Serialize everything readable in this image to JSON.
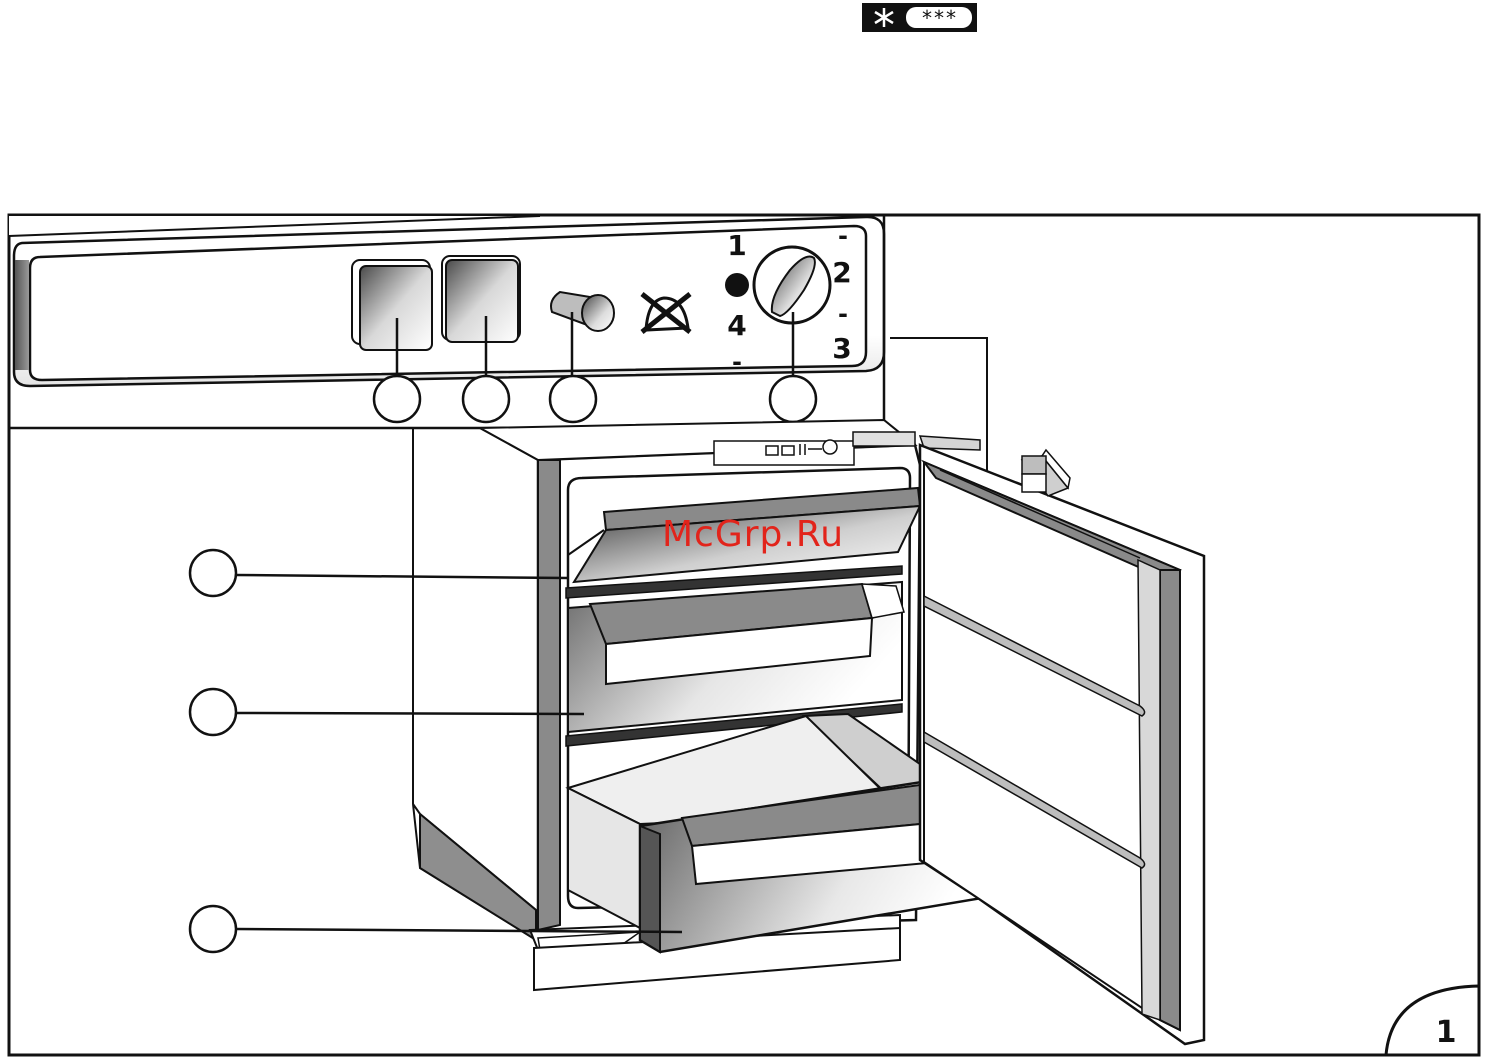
{
  "freezer_symbol": {
    "stars": "***"
  },
  "watermark": "McGrp.Ru",
  "page_number": "1",
  "dial_scale": {
    "n1": "1",
    "n2": "2",
    "n3": "3",
    "n4": "4",
    "dash": "-"
  },
  "colors": {
    "line": "#111111",
    "watermark": "#e2241b",
    "gasket": "#8a8a8a"
  }
}
